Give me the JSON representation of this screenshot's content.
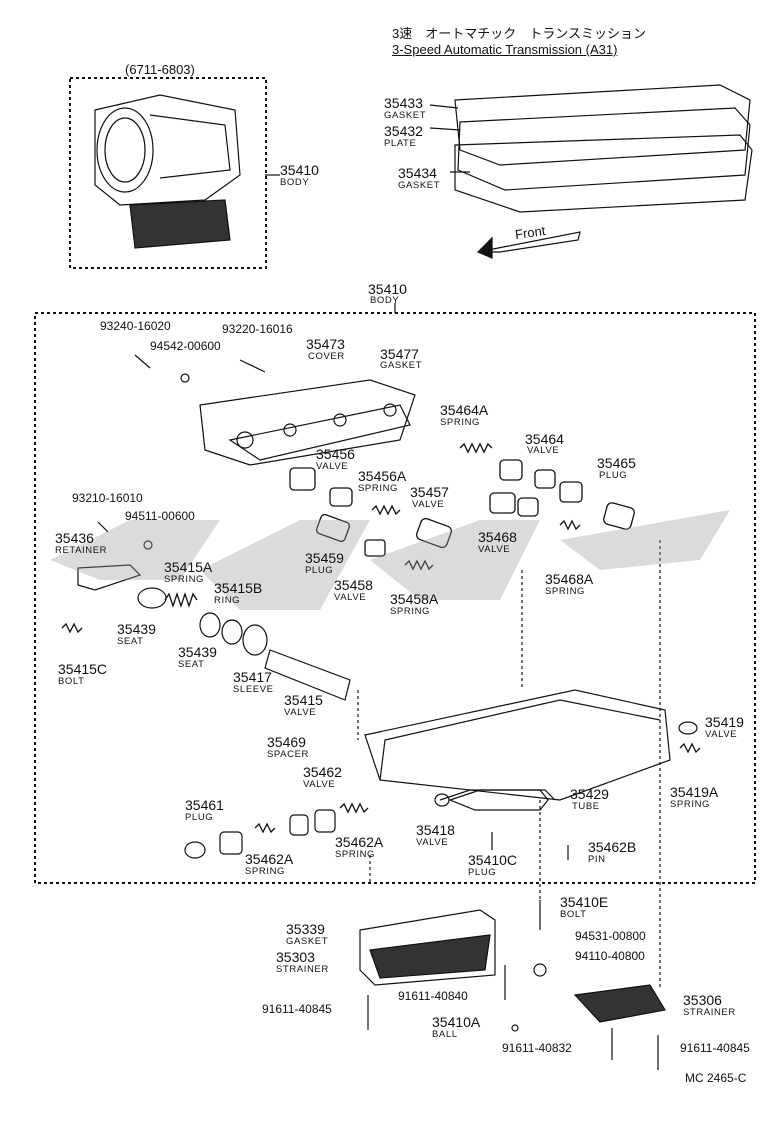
{
  "header": {
    "jp_title": "3速　オートマチック　トランスミッション",
    "en_title": "3-Speed Automatic Transmission (A31)",
    "inset_date": "(6711-6803)",
    "front_label": "Front"
  },
  "inset_parts": [
    {
      "num": "35410",
      "name": "BODY"
    }
  ],
  "top_parts": [
    {
      "num": "35433",
      "name": "GASKET"
    },
    {
      "num": "35432",
      "name": "PLATE"
    },
    {
      "num": "35434",
      "name": "GASKET"
    }
  ],
  "body_group": {
    "num": "35410",
    "name": "BODY"
  },
  "parts": [
    {
      "num": "35473",
      "name": "COVER"
    },
    {
      "num": "35477",
      "name": "GASKET"
    },
    {
      "num": "35464A",
      "name": "SPRING"
    },
    {
      "num": "35464",
      "name": "VALVE"
    },
    {
      "num": "35456",
      "name": "VALVE"
    },
    {
      "num": "35456A",
      "name": "SPRING"
    },
    {
      "num": "35457",
      "name": "VALVE"
    },
    {
      "num": "35465",
      "name": "PLUG"
    },
    {
      "num": "35468",
      "name": "VALVE"
    },
    {
      "num": "35468A",
      "name": "SPRING"
    },
    {
      "num": "35436",
      "name": "RETAINER"
    },
    {
      "num": "35459",
      "name": "PLUG"
    },
    {
      "num": "35458",
      "name": "VALVE"
    },
    {
      "num": "35458A",
      "name": "SPRING"
    },
    {
      "num": "35415A",
      "name": "SPRING"
    },
    {
      "num": "35415B",
      "name": "RING"
    },
    {
      "num": "35439",
      "name": "SEAT"
    },
    {
      "num": "35439",
      "name": "SEAT"
    },
    {
      "num": "35417",
      "name": "SLEEVE"
    },
    {
      "num": "35415",
      "name": "VALVE"
    },
    {
      "num": "35415C",
      "name": "BOLT"
    },
    {
      "num": "35419",
      "name": "VALVE"
    },
    {
      "num": "35419A",
      "name": "SPRING"
    },
    {
      "num": "35469",
      "name": "SPACER"
    },
    {
      "num": "35462",
      "name": "VALVE"
    },
    {
      "num": "35461",
      "name": "PLUG"
    },
    {
      "num": "35462A",
      "name": "SPRING"
    },
    {
      "num": "35462A",
      "name": "SPRING"
    },
    {
      "num": "35429",
      "name": "TUBE"
    },
    {
      "num": "35418",
      "name": "VALVE"
    },
    {
      "num": "35410C",
      "name": "PLUG"
    },
    {
      "num": "35462B",
      "name": "PIN"
    },
    {
      "num": "35410E",
      "name": "BOLT"
    },
    {
      "num": "35339",
      "name": "GASKET"
    },
    {
      "num": "35303",
      "name": "STRAINER"
    },
    {
      "num": "35306",
      "name": "STRAINER"
    },
    {
      "num": "35410A",
      "name": "BALL"
    }
  ],
  "part_numbers": [
    "93240-16020",
    "94542-00600",
    "93220-16016",
    "93210-16010",
    "94511-00600",
    "94531-00800",
    "94110-40800",
    "91611-40840",
    "91611-40845",
    "91611-40832",
    "91611-40845"
  ],
  "footer": {
    "code": "MC 2465-C"
  }
}
